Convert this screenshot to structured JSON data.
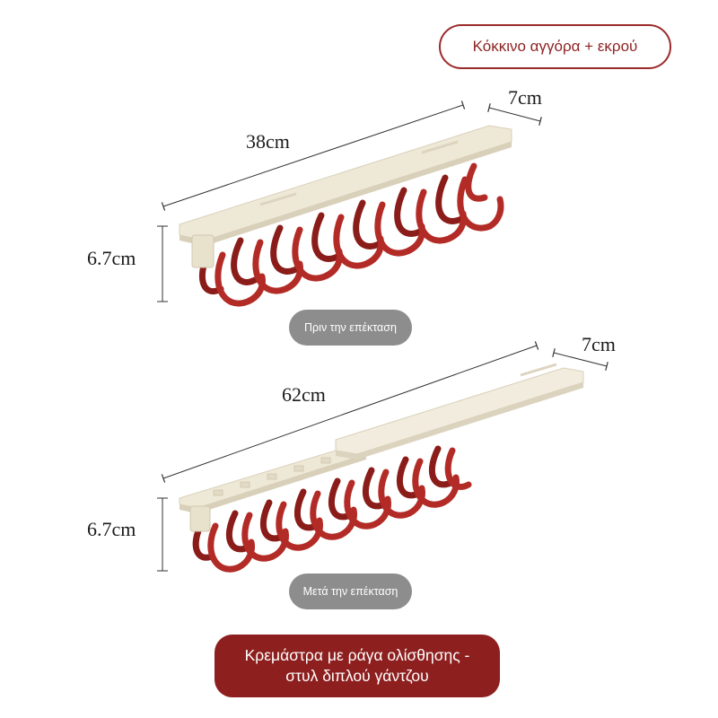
{
  "color_tag": "Κόκκινο αγγόρα + εκρού",
  "top_product": {
    "length_label": "38cm",
    "width_label": "7cm",
    "height_label": "6.7cm",
    "state_label": "Πριν την επέκταση"
  },
  "bottom_product": {
    "length_label": "62cm",
    "width_label": "7cm",
    "height_label": "6.7cm",
    "state_label": "Μετά την επέκταση"
  },
  "caption": "Κρεμάστρα με ράγα ολίσθησης - στυλ διπλού γάντζου",
  "colors": {
    "rail": "#eee8d6",
    "rail_edge": "#d9d0ba",
    "hook": "#b32b26",
    "hook_shade": "#8a1c19",
    "accent": "#8e1f1f",
    "pill": "#8d8d8d"
  }
}
